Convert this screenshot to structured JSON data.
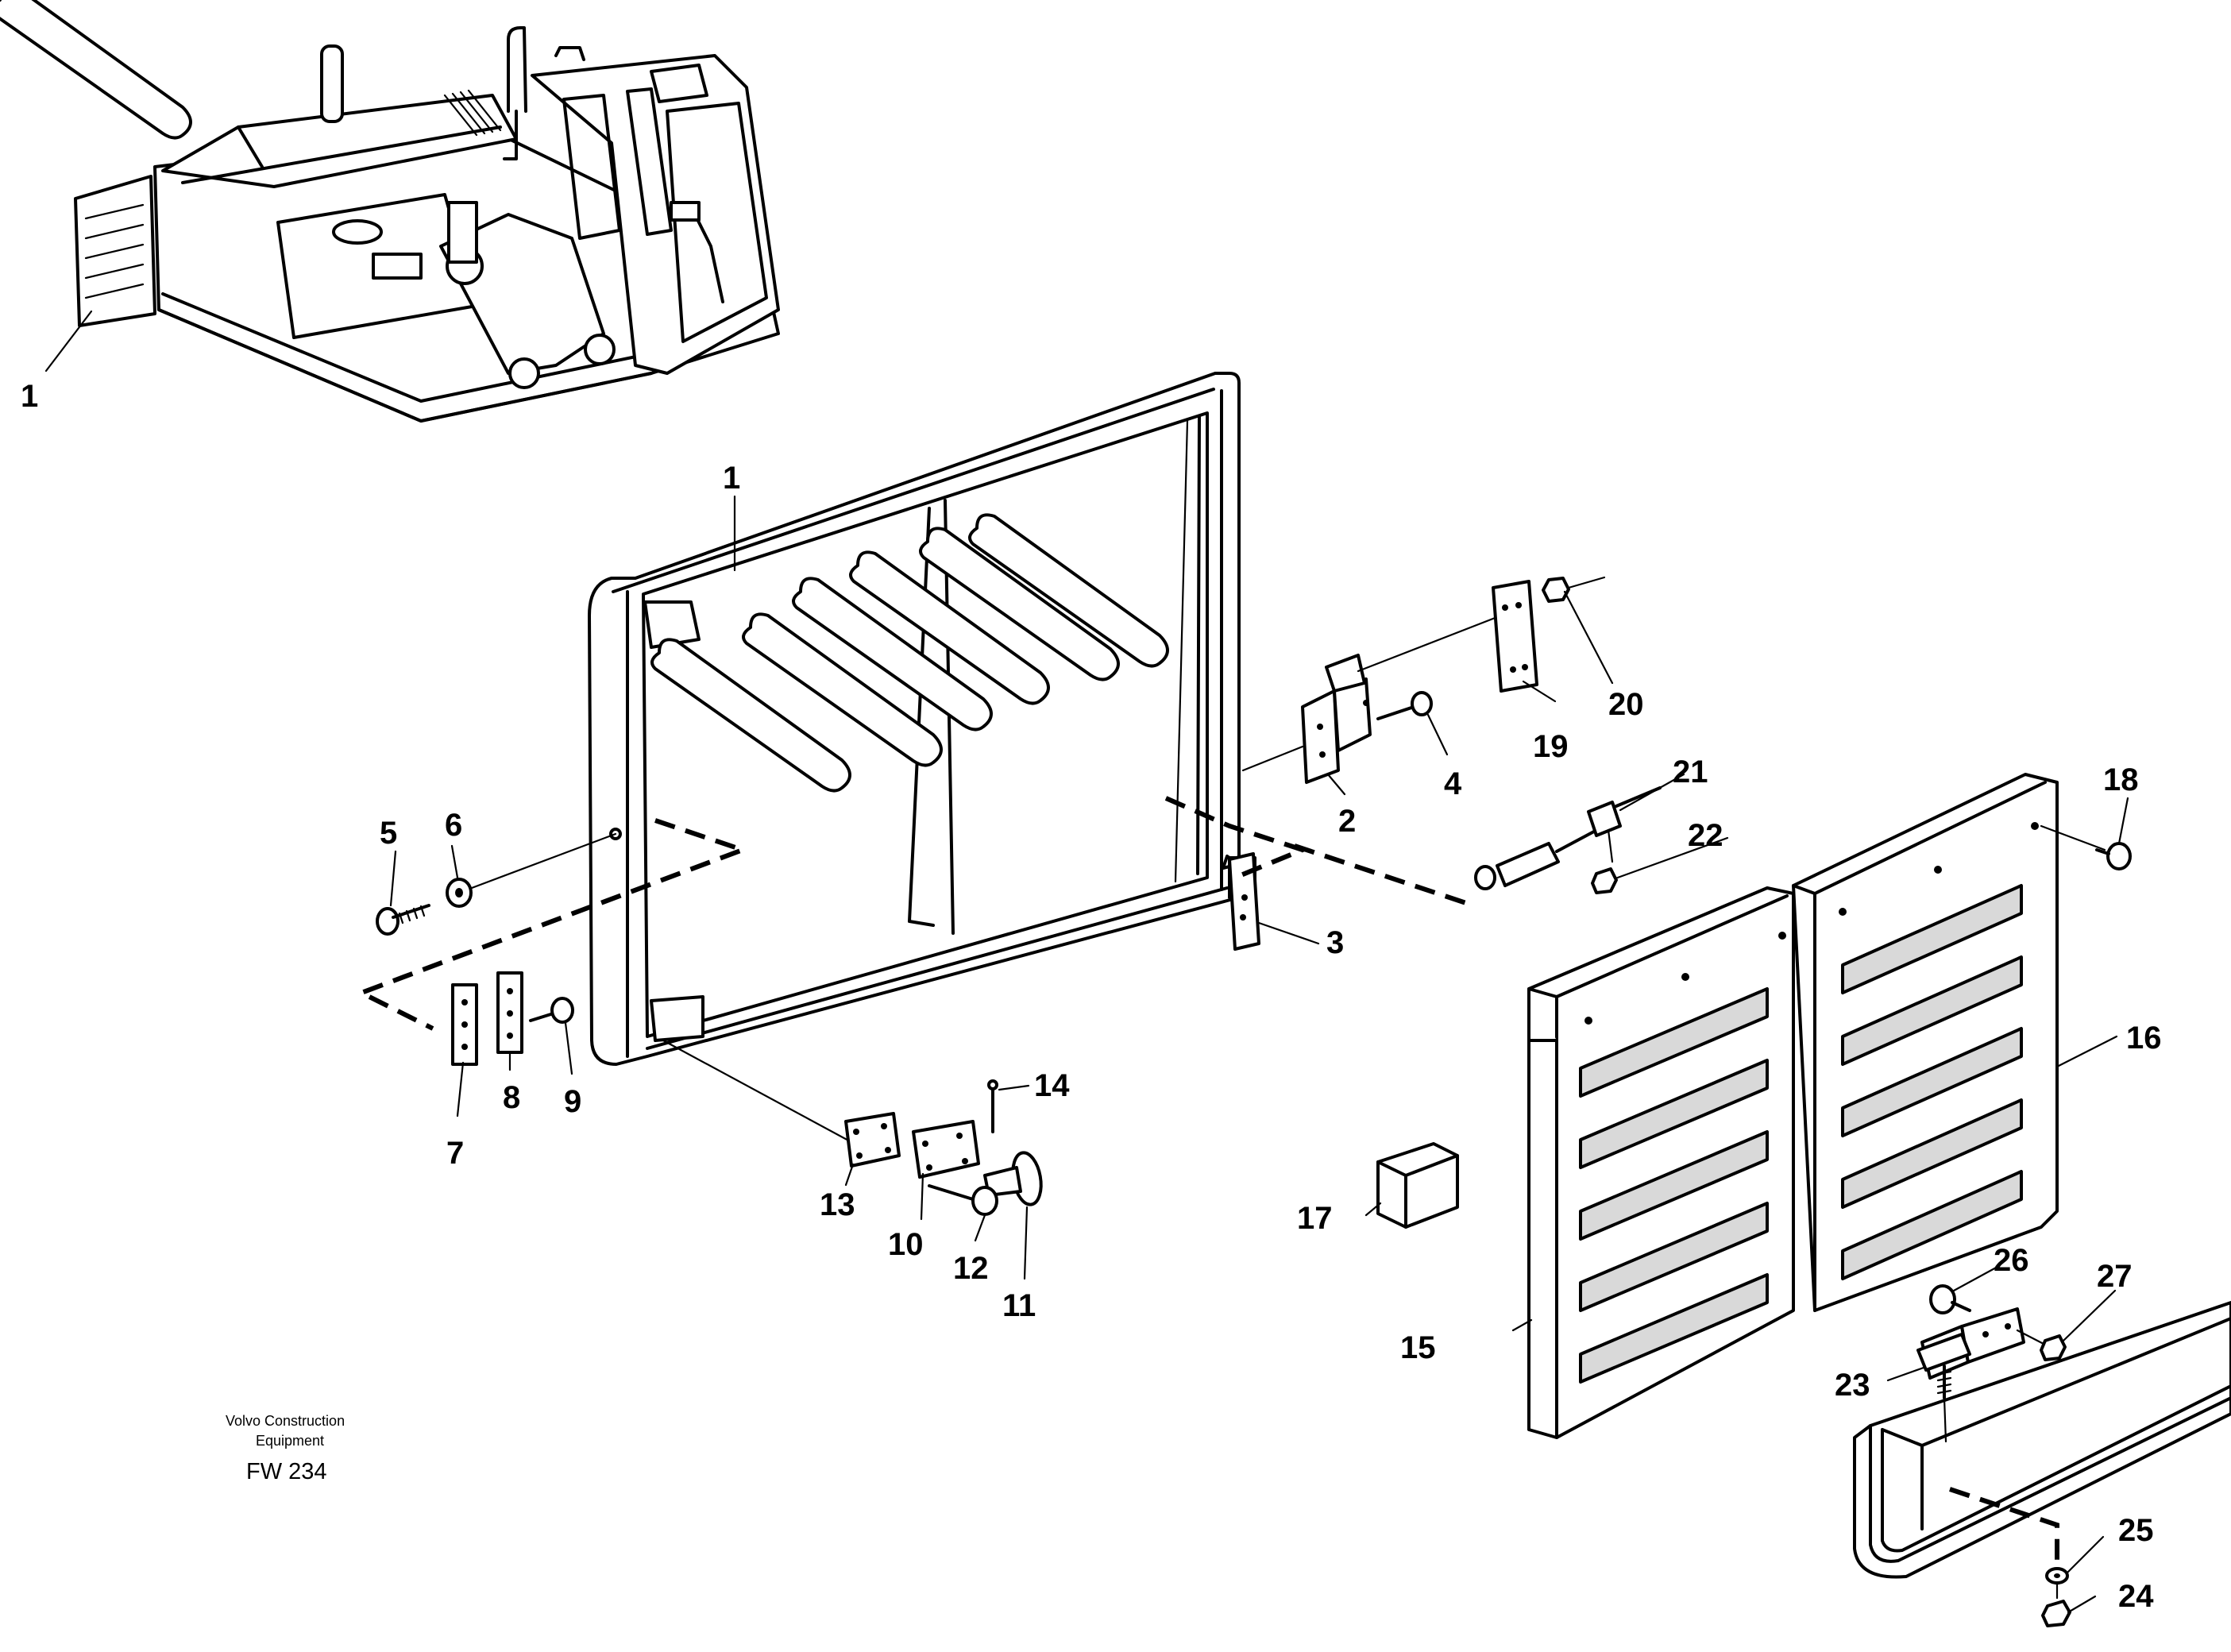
{
  "callouts": {
    "c1a": "1",
    "c1b": "1",
    "c2": "2",
    "c3": "3",
    "c4": "4",
    "c5": "5",
    "c6": "6",
    "c7": "7",
    "c8": "8",
    "c9": "9",
    "c10": "10",
    "c11": "11",
    "c12": "12",
    "c13": "13",
    "c14": "14",
    "c15": "15",
    "c16": "16",
    "c17": "17",
    "c18": "18",
    "c19": "19",
    "c20": "20",
    "c21": "21",
    "c22": "22",
    "c23": "23",
    "c24": "24",
    "c25": "25",
    "c26": "26",
    "c27": "27"
  },
  "credit": {
    "line1": "Volvo Construction",
    "line2": "Equipment",
    "code": "FW 234"
  }
}
